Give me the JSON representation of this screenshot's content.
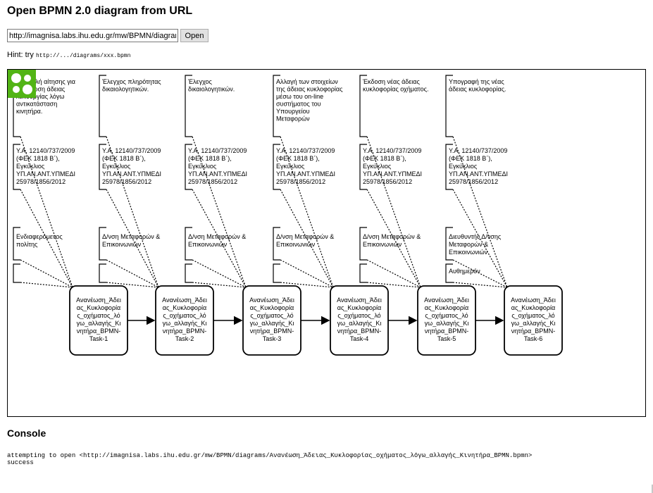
{
  "header": {
    "title": "Open BPMN 2.0 diagram from URL"
  },
  "url_form": {
    "value": "http://imagnisa.labs.ihu.edu.gr/mw/BPMN/diagrams/Ανανέωση_Άδειας_Κυκλοφορίας_οχήματος_λόγω_αλλαγής_Κινητήρα_BPMN.bpmn",
    "open_label": "Open"
  },
  "hint": {
    "prefix": "Hint: try",
    "example": "http://.../diagrams/xxx.bpmn"
  },
  "diagram": {
    "tasks": [
      "Ανανέωση_Άδειας_Κυκλοφορίας_οχήματος_λόγω_αλλαγής_Κινητήρα_BPMN-Task-1",
      "Ανανέωση_Άδειας_Κυκλοφορίας_οχήματος_λόγω_αλλαγής_Κινητήρα_BPMN-Task-2",
      "Ανανέωση_Άδειας_Κυκλοφορίας_οχήματος_λόγω_αλλαγής_Κινητήρα_BPMN-Task-3",
      "Ανανέωση_Άδειας_Κυκλοφορίας_οχήματος_λόγω_αλλαγής_Κινητήρα_BPMN-Task-4",
      "Ανανέωση_Άδειας_Κυκλοφορίας_οχήματος_λόγω_αλλαγής_Κινητήρα_BPMN-Task-5",
      "Ανανέωση_Άδειας_Κυκλοφορίας_οχήματος_λόγω_αλλαγής_Κινητήρα_BPMN-Task-6"
    ],
    "task_lines": [
      [
        "Ανανέωση_Άδει",
        "ας_Κυκλοφορία",
        "ς_οχήματος_λό",
        "γω_αλλαγής_Κι",
        "νητήρα_BPMN-",
        "Task-1"
      ],
      [
        "Ανανέωση_Άδει",
        "ας_Κυκλοφορία",
        "ς_οχήματος_λό",
        "γω_αλλαγής_Κι",
        "νητήρα_BPMN-",
        "Task-2"
      ],
      [
        "Ανανέωση_Άδει",
        "ας_Κυκλοφορία",
        "ς_οχήματος_λό",
        "γω_αλλαγής_Κι",
        "νητήρα_BPMN-",
        "Task-3"
      ],
      [
        "Ανανέωση_Άδει",
        "ας_Κυκλοφορία",
        "ς_οχήματος_λό",
        "γω_αλλαγής_Κι",
        "νητήρα_BPMN-",
        "Task-4"
      ],
      [
        "Ανανέωση_Άδει",
        "ας_Κυκλοφορία",
        "ς_οχήματος_λό",
        "γω_αλλαγής_Κι",
        "νητήρα_BPMN-",
        "Task-5"
      ],
      [
        "Ανανέωση_Άδει",
        "ας_Κυκλοφορία",
        "ς_οχήματος_λό",
        "γω_αλλαγής_Κι",
        "νητήρα_BPMN-",
        "Task-6"
      ]
    ],
    "descriptions": [
      [
        "Υποβολή αίτησης για",
        "ανανέωση άδειας",
        "λειτουργίας λόγω",
        "αντικατάσταση",
        "κινητήρα."
      ],
      [
        "Έλεγχος πληρότητας",
        "δικαιολογητικών."
      ],
      [
        "Έλεγχος",
        "δικαιολογητικών."
      ],
      [
        "Αλλαγή των στοιχείων",
        "της άδειας κυκλοφορίας",
        "μέσω του on-line",
        "συστήματος του",
        "Υπουργείου",
        "Μεταφορών"
      ],
      [
        "Έκδοση νέας άδειας",
        "κυκλοφορίας οχήματος."
      ],
      [
        "Υπογραφή της νέας",
        "άδειας κυκλοφορίας."
      ]
    ],
    "legal_refs": [
      [
        "Υ.Α. 12140/737/2009",
        "(ΦΕΚ 1818 Β΄),",
        "Εγκύκλιος",
        "ΥΠ.ΑΝ.ΑΝΤ.ΥΠΜΕΔΙ",
        "25978/1856/2012"
      ],
      [
        "Υ.Α. 12140/737/2009",
        "(ΦΕΚ 1818 Β΄),",
        "Εγκύκλιος",
        "ΥΠ.ΑΝ.ΑΝΤ.ΥΠΜΕΔΙ",
        "25978/1856/2012"
      ],
      [
        "Υ.Α. 12140/737/2009",
        "(ΦΕΚ 1818 Β΄),",
        "Εγκύκλιος",
        "ΥΠ.ΑΝ.ΑΝΤ.ΥΠΜΕΔΙ",
        "25978/1856/2012"
      ],
      [
        "Υ.Α. 12140/737/2009",
        "(ΦΕΚ 1818 Β΄),",
        "Εγκύκλιος",
        "ΥΠ.ΑΝ.ΑΝΤ.ΥΠΜΕΔΙ",
        "25978/1856/2012"
      ],
      [
        "Υ.Α. 12140/737/2009",
        "(ΦΕΚ 1818 Β΄),",
        "Εγκύκλιος",
        "ΥΠ.ΑΝ.ΑΝΤ.ΥΠΜΕΔΙ",
        "25978/1856/2012"
      ],
      [
        "Υ.Α. 12140/737/2009",
        "(ΦΕΚ 1818 Β΄),",
        "Εγκύκλιος",
        "ΥΠ.ΑΝ.ΑΝΤ.ΥΠΜΕΔΙ",
        "25978/1856/2012"
      ]
    ],
    "actors": [
      [
        "Ενδιαφερόμενος",
        "πολίτης"
      ],
      [
        "Δ/νση Μεταφορών &",
        "Επικοινωνιών"
      ],
      [
        "Δ/νση Μεταφορών &",
        "Επικοινωνιών"
      ],
      [
        "Δ/νση Μεταφορών &",
        "Επικοινωνιών"
      ],
      [
        "Δ/νση Μεταφορών &",
        "Επικοινωνιών"
      ],
      [
        "Διευθυντής Δ/νσης",
        "Μεταφορών &",
        "Επικοινωνιών"
      ]
    ],
    "extra": [
      "",
      "",
      "",
      "",
      "",
      "Αυθημερόν"
    ],
    "logo_color": "#52b415"
  },
  "console": {
    "title": "Console",
    "lines": [
      "attempting to open <http://imagnisa.labs.ihu.edu.gr/mw/BPMN/diagrams/Ανανέωση_Άδειας_Κυκλοφορίας_οχήματος_λόγω_αλλαγής_Κινητήρα_BPMN.bpmn>",
      "success"
    ]
  }
}
